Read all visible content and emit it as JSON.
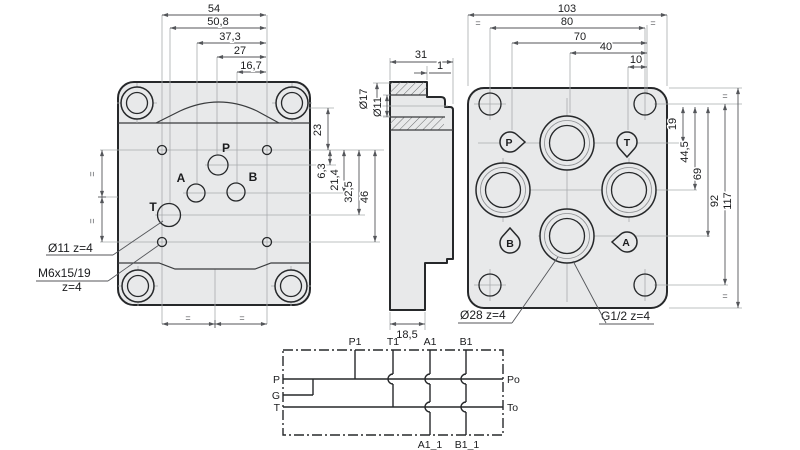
{
  "meta": {
    "description": "Hydraulic valve subplate technical drawing: front face view, cross-section, rear face view and hydraulic circuit schematic"
  },
  "colors": {
    "outline": "#26282a",
    "plate_fill": "#e8e9ea",
    "dim": "#54565a",
    "thin": "#a9abad",
    "background": "#ffffff"
  },
  "front_view": {
    "top_dims": [
      "54",
      "50,8",
      "37,3",
      "27",
      "16,7"
    ],
    "side_dim_23": "23",
    "right_dims": [
      "6,3",
      "21,4",
      "32,5",
      "46"
    ],
    "eq": "=",
    "ports": {
      "p": "P",
      "a": "A",
      "b": "B",
      "t": "T"
    },
    "callout_holes": "Ø11 z=4",
    "callout_thread_1": "M6x15/19",
    "callout_thread_2": "z=4"
  },
  "section_view": {
    "dim_width": "31",
    "dim_lip": "1",
    "dim_bottom": "18,5",
    "bore_outer": "Ø17",
    "bore_inner": "Ø11"
  },
  "back_view": {
    "top_dims": [
      "103",
      "80",
      "70",
      "40",
      "10"
    ],
    "right_dims": [
      "19",
      "44,5",
      "69",
      "92",
      "117"
    ],
    "eq": "=",
    "ports": {
      "p": "P",
      "t": "T",
      "b": "B",
      "a": "A"
    },
    "callout_counterbore": "Ø28 z=4",
    "callout_thread": "G1/2 z=4"
  },
  "schematic": {
    "top_labels": [
      "P1",
      "T1",
      "A1",
      "B1"
    ],
    "left_labels": [
      "P",
      "G",
      "T"
    ],
    "right_labels": [
      "Po",
      "To"
    ],
    "bottom_labels": [
      "A1_1",
      "B1_1"
    ]
  }
}
